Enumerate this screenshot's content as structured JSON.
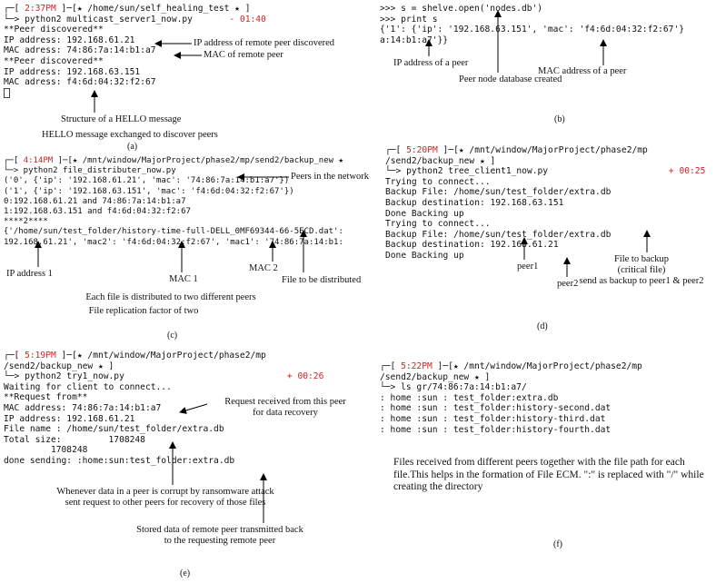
{
  "panel_a": {
    "lines": [
      {
        "a": "┌─[ ",
        "t": "2:37PM",
        "b": " ]─[★ /home/sun/self_healing_test ★ ]"
      },
      {
        "a": "└─> python2 multicast_server1_now.py",
        "t": "- 01:40",
        "right": true
      },
      {
        "a": "**Peer discovered**"
      },
      {
        "a": "IP address: 192.168.61.21"
      },
      {
        "a": "MAC adress: 74:86:7a:14:b1:a7"
      },
      {
        "a": "**Peer discovered**"
      },
      {
        "a": "IP address: 192.168.63.151"
      },
      {
        "a": "MAC adress: f4:6d:04:32:f2:67"
      }
    ],
    "ann_ip_remote": "IP address of remote peer discovered",
    "ann_mac_remote": "MAC of remote peer",
    "ann_structure": "Structure of a HELLO message",
    "ann_hello": "HELLO message exchanged to discover peers",
    "label": "(a)"
  },
  "panel_b": {
    "lines": [
      ">>> s = shelve.open('nodes.db')",
      ">>> print s",
      "{'1': {'ip': '192.168.63.151', 'mac': 'f4:6d:04:32:f2:67'}",
      "a:14:b1:a7'}}"
    ],
    "ann_ip": "IP address of a peer",
    "ann_db": "Peer node database created",
    "ann_mac": "MAC address of a peer",
    "label": "(b)"
  },
  "panel_c": {
    "lines": [
      {
        "a": "┌─[ ",
        "t": "4:14PM",
        "b": " ]─[★ /mnt/window/MajorProject/phase2/mp/send2/backup_new ★"
      },
      {
        "a": "└─> python2 file_distributer_now.py"
      },
      {
        "a": "('0', {'ip': '192.168.61.21', 'mac': '74:86:7a:14:b1:a7'})"
      },
      {
        "a": "('1', {'ip': '192.168.63.151', 'mac': 'f4:6d:04:32:f2:67'})"
      },
      {
        "a": "0:192.168.61.21 and 74:86:7a:14:b1:a7"
      },
      {
        "a": "1:192.168.63.151 and f4:6d:04:32:f2:67"
      },
      {
        "a": "****2****"
      },
      {
        "a": "{'/home/sun/test_folder/history-time-full-DELL_0MF69344-66-5ECD.dat':"
      },
      {
        "a": "192.168.61.21', 'mac2': 'f4:6d:04:32:f2:67', 'mac1': '74:86:7a:14:b1:"
      }
    ],
    "ann_peers": "Peers in the network",
    "ann_ip1": "IP address 1",
    "ann_mac1": "MAC 1",
    "ann_mac2": "MAC 2",
    "ann_file": "File  to be distributed",
    "ann_each": "Each file is distributed to two different peers",
    "ann_repl": "File replication factor of two",
    "label": "(c)"
  },
  "panel_d": {
    "lines": [
      {
        "a": "┌─[ ",
        "t": "5:20PM",
        "b": " ]─[★ /mnt/window/MajorProject/phase2/mp"
      },
      {
        "a": "/send2/backup_new ★ ]"
      },
      {
        "a": "└─> python2 tree_client1_now.py",
        "t": "+ 00:25",
        "right": true
      },
      {
        "a": "Trying to connect..."
      },
      {
        "a": "Backup File: /home/sun/test_folder/extra.db"
      },
      {
        "a": "Backup destination: 192.168.63.151"
      },
      {
        "a": "Done Backing up"
      },
      {
        "a": "Trying to connect..."
      },
      {
        "a": "Backup File: /home/sun/test_folder/extra.db"
      },
      {
        "a": "Backup destination: 192.168.61.21"
      },
      {
        "a": "Done Backing up"
      }
    ],
    "ann_peer1": "peer1",
    "ann_peer2": "peer2",
    "ann_backup": [
      "File to backup",
      "(critical file)",
      "send as backup to peer1 & peer2"
    ],
    "label": "(d)"
  },
  "panel_e": {
    "lines": [
      {
        "a": "┌─[ ",
        "t": "5:19PM",
        "b": " ]─[★ /mnt/window/MajorProject/phase2/mp"
      },
      {
        "a": "/send2/backup_new ★ ]"
      },
      {
        "a": "└─> python2 try1_now.py",
        "t": "+ 00:26",
        "right": true
      },
      {
        "a": "Waiting for client to connect..."
      },
      {
        "a": "**Request from**"
      },
      {
        "a": "MAC address: 74:86:7a:14:b1:a7"
      },
      {
        "a": "IP address: 192.168.61.21"
      },
      {
        "a": "File name : /home/sun/test_folder/extra.db"
      },
      {
        "a": "Total size:         1708248"
      },
      {
        "a": "         1708248"
      },
      {
        "a": "done sending: :home:sun:test_folder:extra.db"
      }
    ],
    "ann_request": [
      "Request received from this peer",
      "for data recovery"
    ],
    "ann_ransom": [
      "Whenever data in a peer is corrupt by ransomware attack",
      "sent request to other peers for recovery of those files"
    ],
    "ann_stored": [
      "Stored data of remote peer transmitted back",
      "to the requesting remote peer"
    ],
    "label": "(e)"
  },
  "panel_f": {
    "lines": [
      {
        "a": "┌─[ ",
        "t": "5:22PM",
        "b": " ]─[★ /mnt/window/MajorProject/phase2/mp"
      },
      {
        "a": "/send2/backup_new ★ ]"
      },
      {
        "a": "└─> ls gr/74:86:7a:14:b1:a7/"
      },
      {
        "a": ""
      },
      {
        "a": ": home :sun : test_folder:extra.db"
      },
      {
        "a": ": home :sun : test_folder:history-second.dat"
      },
      {
        "a": ": home :sun : test_folder:history-third.dat"
      },
      {
        "a": ": home :sun : test_folder:history-fourth.dat"
      }
    ],
    "caption": "Files received from different peers together with the file path for each file.This helps in the formation of File ECM. \":\" is replaced with \"/\" while creating the directory",
    "label": "(f)"
  }
}
